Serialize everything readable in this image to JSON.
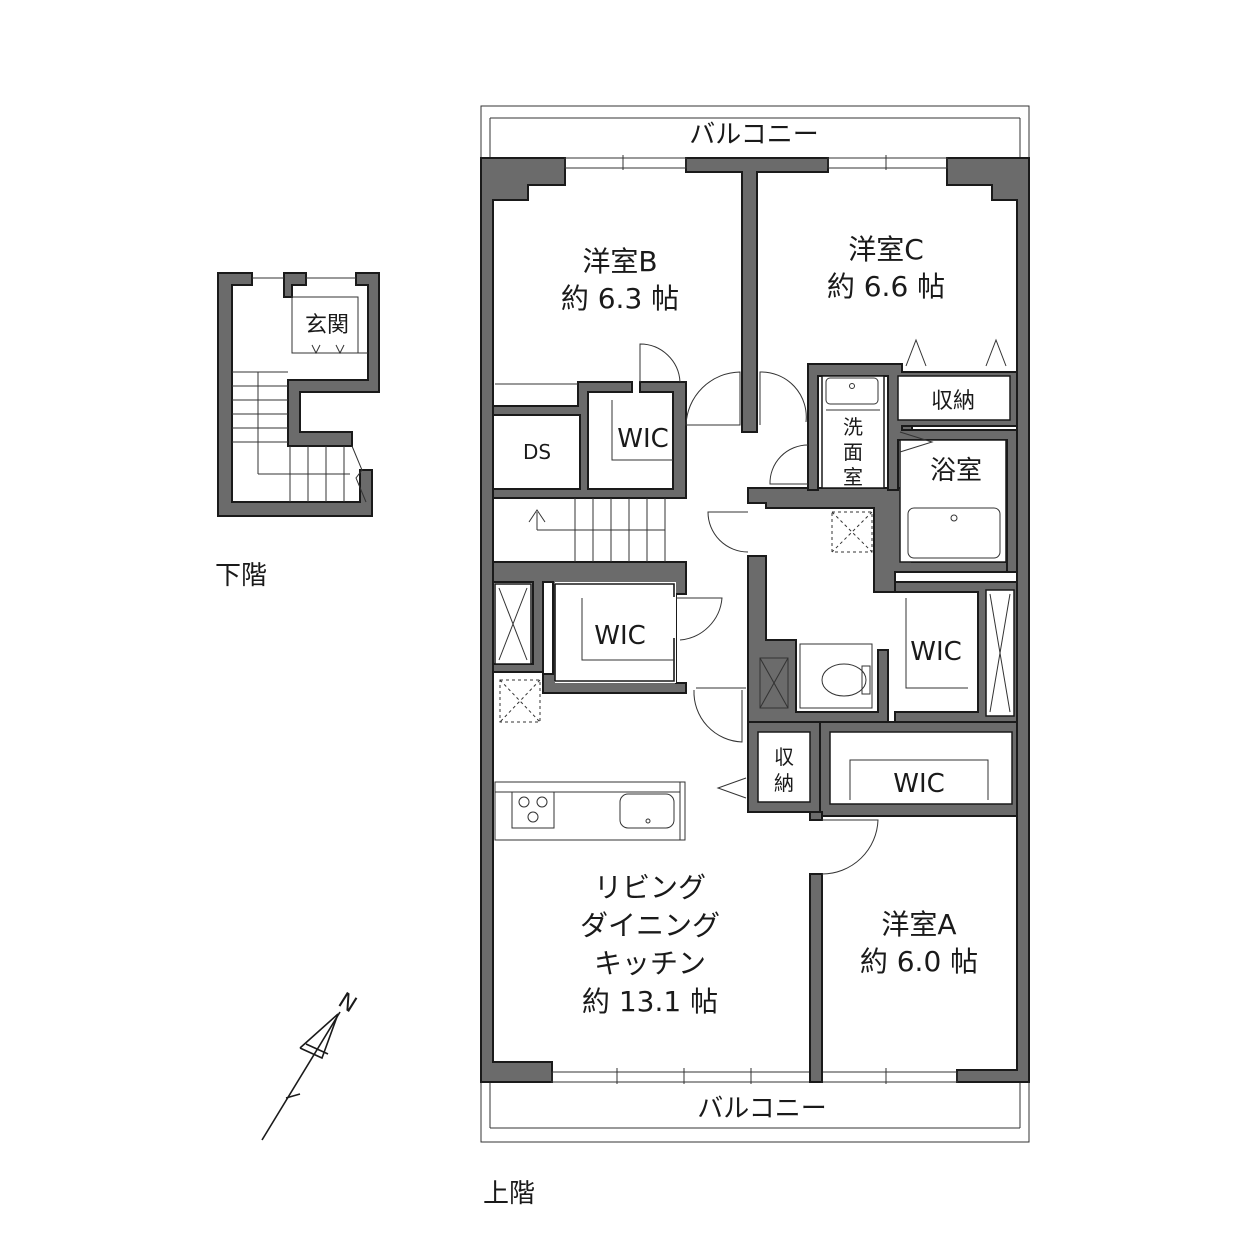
{
  "labels": {
    "balcony_top": "バルコニー",
    "balcony_bottom": "バルコニー",
    "room_b": "洋室B",
    "room_b_size": "約 6.3 帖",
    "room_c": "洋室C",
    "room_c_size": "約 6.6 帖",
    "room_a": "洋室A",
    "room_a_size": "約 6.0 帖",
    "ldk_1": "リビング",
    "ldk_2": "ダイニング",
    "ldk_3": "キッチン",
    "ldk_size": "約 13.1 帖",
    "wic_b": "WIC",
    "wic_mid": "WIC",
    "wic_right": "WIC",
    "wic_a": "WIC",
    "ds": "DS",
    "storage_top": "収納",
    "storage_mid_1": "収",
    "storage_mid_2": "納",
    "washroom_1": "洗",
    "washroom_2": "面",
    "washroom_3": "室",
    "bath": "浴室",
    "entrance": "玄関",
    "lower_floor": "下階",
    "upper_floor": "上階",
    "north": "N"
  }
}
